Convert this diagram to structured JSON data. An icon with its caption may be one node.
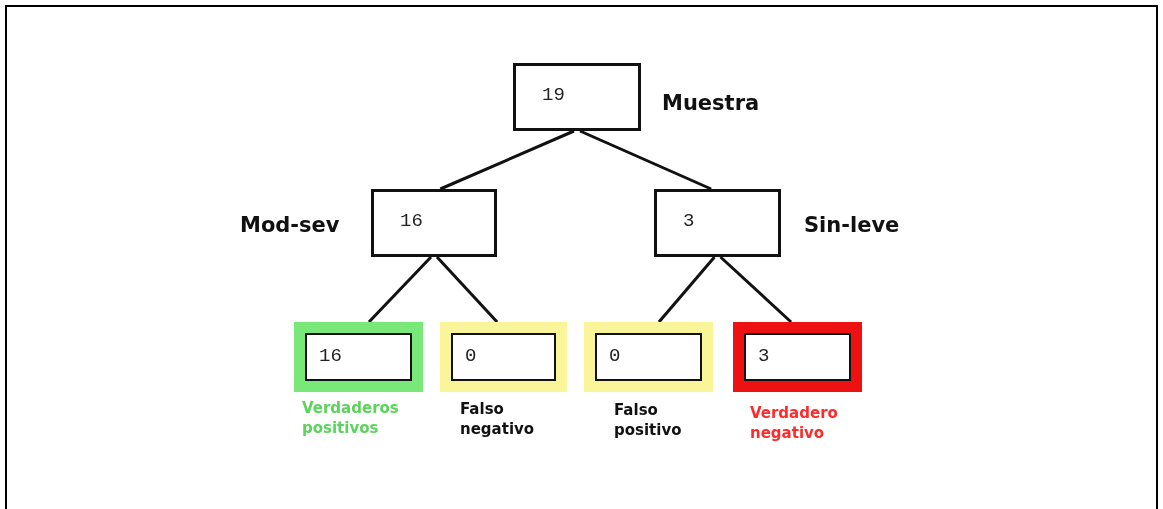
{
  "diagram": {
    "nodes": [
      {
        "text": [
          "19"
        ],
        "beside": [
          "Muestra"
        ]
      },
      {
        "text": [
          "16"
        ],
        "beside": [
          "Mod-sev"
        ]
      },
      {
        "text": [
          "3"
        ],
        "beside": [
          "Sin-leve"
        ]
      },
      {
        "text": [
          "16"
        ],
        "beside": [
          "Verdaderos positivos"
        ]
      },
      {
        "text": [
          "0"
        ],
        "beside": [
          "Falso negativo"
        ]
      },
      {
        "text": [
          "0"
        ],
        "beside": [
          "Falso positivo"
        ]
      },
      {
        "text": [
          "3"
        ],
        "beside": [
          "Verdadero negativo"
        ]
      }
    ],
    "edges": [
      {
        "from": 0,
        "to": 1,
        "arrow": "none"
      },
      {
        "from": 0,
        "to": 2,
        "arrow": "none"
      },
      {
        "from": 1,
        "to": 3,
        "arrow": "none"
      },
      {
        "from": 1,
        "to": 4,
        "arrow": "none"
      },
      {
        "from": 2,
        "to": 5,
        "arrow": "none"
      },
      {
        "from": 2,
        "to": 6,
        "arrow": "none"
      }
    ]
  }
}
